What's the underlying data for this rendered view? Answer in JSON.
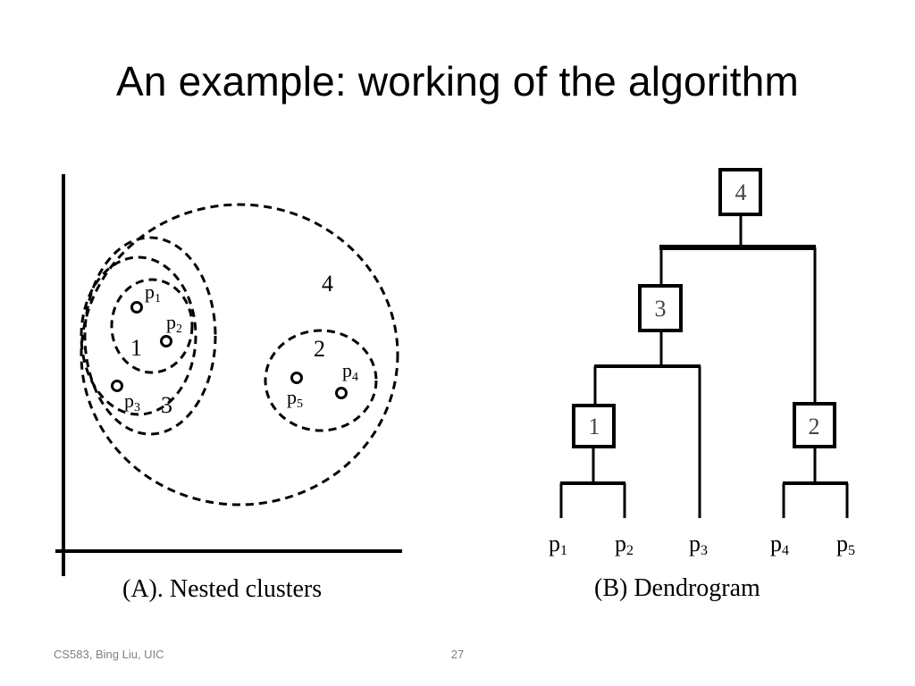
{
  "slide": {
    "title": "An example: working of the algorithm",
    "footer": {
      "left": "CS583, Bing Liu, UIC",
      "page_number": "27"
    }
  },
  "figure_a": {
    "caption": "(A). Nested clusters",
    "points": [
      {
        "name": "p",
        "sub": "1"
      },
      {
        "name": "p",
        "sub": "2"
      },
      {
        "name": "p",
        "sub": "3"
      },
      {
        "name": "p",
        "sub": "4"
      },
      {
        "name": "p",
        "sub": "5"
      }
    ],
    "cluster_labels": [
      "1",
      "2",
      "3",
      "4"
    ]
  },
  "figure_b": {
    "caption": "(B) Dendrogram",
    "nodes": [
      "4",
      "3",
      "1",
      "2"
    ],
    "leaves": [
      {
        "name": "p",
        "sub": "1"
      },
      {
        "name": "p",
        "sub": "2"
      },
      {
        "name": "p",
        "sub": "3"
      },
      {
        "name": "p",
        "sub": "4"
      },
      {
        "name": "p",
        "sub": "5"
      }
    ]
  }
}
